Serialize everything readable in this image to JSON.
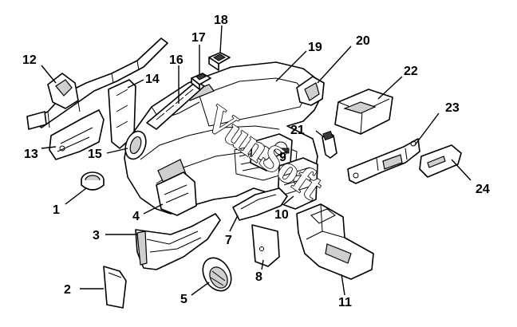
{
  "diagram": {
    "labels": [
      {
        "id": "1",
        "text": "1"
      },
      {
        "id": "2",
        "text": "2"
      },
      {
        "id": "3",
        "text": "3"
      },
      {
        "id": "4",
        "text": "4"
      },
      {
        "id": "5",
        "text": "5"
      },
      {
        "id": "7",
        "text": "7"
      },
      {
        "id": "8",
        "text": "8"
      },
      {
        "id": "9",
        "text": "9"
      },
      {
        "id": "10",
        "text": "10"
      },
      {
        "id": "11",
        "text": "11"
      },
      {
        "id": "12",
        "text": "12"
      },
      {
        "id": "13",
        "text": "13"
      },
      {
        "id": "14",
        "text": "14"
      },
      {
        "id": "15",
        "text": "15"
      },
      {
        "id": "16",
        "text": "16"
      },
      {
        "id": "17",
        "text": "17"
      },
      {
        "id": "18",
        "text": "18"
      },
      {
        "id": "19",
        "text": "19"
      },
      {
        "id": "20",
        "text": "20"
      },
      {
        "id": "21",
        "text": "21"
      },
      {
        "id": "22",
        "text": "22"
      },
      {
        "id": "23",
        "text": "23"
      },
      {
        "id": "24",
        "text": "24"
      }
    ]
  },
  "watermark": {
    "text": "VunSoft"
  }
}
